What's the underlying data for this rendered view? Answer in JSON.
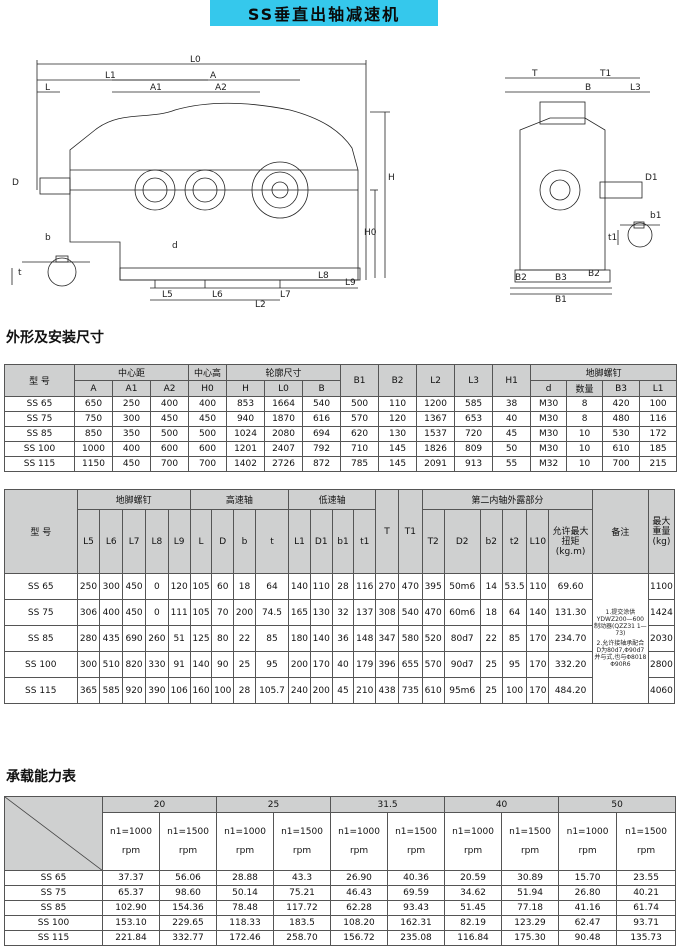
{
  "title": "SS垂直出轴减速机",
  "drawing_labels": {
    "front": [
      "L0",
      "L1",
      "A",
      "L",
      "A1",
      "A2",
      "D",
      "H",
      "H0",
      "b",
      "t",
      "d",
      "L5",
      "L6",
      "L7",
      "L8",
      "L9",
      "L2"
    ],
    "side": [
      "T",
      "T1",
      "B",
      "L3",
      "D1",
      "b1",
      "t1",
      "B2",
      "B3",
      "B2",
      "B1"
    ]
  },
  "section_dims": "外形及安装尺寸",
  "section_capacity": "承载能力表",
  "t1": {
    "header_model": "型 号",
    "groups": [
      "中心距",
      "中心高",
      "轮廓尺寸",
      "B1",
      "B2",
      "L2",
      "L3",
      "H1",
      "地脚螺钉"
    ],
    "sub": [
      "A",
      "A1",
      "A2",
      "H0",
      "H",
      "L0",
      "B",
      "d",
      "数量",
      "B3",
      "L1"
    ],
    "rows": [
      [
        "SS 65",
        "650",
        "250",
        "400",
        "400",
        "853",
        "1664",
        "540",
        "500",
        "110",
        "1200",
        "585",
        "38",
        "M30",
        "8",
        "420",
        "100"
      ],
      [
        "SS 75",
        "750",
        "300",
        "450",
        "450",
        "940",
        "1870",
        "616",
        "570",
        "120",
        "1367",
        "653",
        "40",
        "M30",
        "8",
        "480",
        "116"
      ],
      [
        "SS 85",
        "850",
        "350",
        "500",
        "500",
        "1024",
        "2080",
        "694",
        "620",
        "130",
        "1537",
        "720",
        "45",
        "M30",
        "10",
        "530",
        "172"
      ],
      [
        "SS 100",
        "1000",
        "400",
        "600",
        "600",
        "1201",
        "2407",
        "792",
        "710",
        "145",
        "1826",
        "809",
        "50",
        "M30",
        "10",
        "610",
        "185"
      ],
      [
        "SS 115",
        "1150",
        "450",
        "700",
        "700",
        "1402",
        "2726",
        "872",
        "785",
        "145",
        "2091",
        "913",
        "55",
        "M32",
        "10",
        "700",
        "215"
      ]
    ]
  },
  "t2": {
    "header_model": "型 号",
    "groups": [
      "地脚螺钉",
      "高速轴",
      "低速轴",
      "T",
      "T1",
      "第二内轴外露部分",
      "备注",
      "最大重量(kg)"
    ],
    "sub": [
      "L5",
      "L6",
      "L7",
      "L8",
      "L9",
      "L",
      "D",
      "b",
      "t",
      "L1",
      "D1",
      "b1",
      "t1",
      "T2",
      "D2",
      "b2",
      "t2",
      "L10",
      "允许最大扭矩(kg.m)"
    ],
    "rows": [
      [
        "SS 65",
        "250",
        "300",
        "450",
        "0",
        "120",
        "105",
        "60",
        "18",
        "64",
        "140",
        "110",
        "28",
        "116",
        "270",
        "470",
        "395",
        "50m6",
        "14",
        "53.5",
        "110",
        "69.60",
        "1100"
      ],
      [
        "SS 75",
        "306",
        "400",
        "450",
        "0",
        "111",
        "105",
        "70",
        "200",
        "74.5",
        "165",
        "130",
        "32",
        "137",
        "308",
        "540",
        "470",
        "60m6",
        "18",
        "64",
        "140",
        "131.30",
        "1424"
      ],
      [
        "SS 85",
        "280",
        "435",
        "690",
        "260",
        "51",
        "125",
        "80",
        "22",
        "85",
        "180",
        "140",
        "36",
        "148",
        "347",
        "580",
        "520",
        "80d7",
        "22",
        "85",
        "170",
        "234.70",
        "2030"
      ],
      [
        "SS 100",
        "300",
        "510",
        "820",
        "330",
        "91",
        "140",
        "90",
        "25",
        "95",
        "200",
        "170",
        "40",
        "179",
        "396",
        "655",
        "570",
        "90d7",
        "25",
        "95",
        "170",
        "332.20",
        "2800"
      ],
      [
        "SS 115",
        "365",
        "585",
        "920",
        "390",
        "106",
        "160",
        "100",
        "28",
        "105.7",
        "240",
        "200",
        "45",
        "210",
        "438",
        "735",
        "610",
        "95m6",
        "25",
        "100",
        "170",
        "484.20",
        "4060"
      ]
    ],
    "notes": [
      "1.提交涂供YDWZ200—600制动器(QZZ31 1—73)",
      "2.允许接轴承配合 D为80d7,Φ90d7 并与式,也与Φ8018 Φ90R6"
    ]
  },
  "t3": {
    "ratios": [
      "20",
      "25",
      "31.5",
      "40",
      "50"
    ],
    "speed_a": "n1=1000",
    "speed_b": "n1=1500",
    "unit": "rpm",
    "rows": [
      [
        "SS 65",
        "37.37",
        "56.06",
        "28.88",
        "43.3",
        "26.90",
        "40.36",
        "20.59",
        "30.89",
        "15.70",
        "23.55"
      ],
      [
        "SS 75",
        "65.37",
        "98.60",
        "50.14",
        "75.21",
        "46.43",
        "69.59",
        "34.62",
        "51.94",
        "26.80",
        "40.21"
      ],
      [
        "SS 85",
        "102.90",
        "154.36",
        "78.48",
        "117.72",
        "62.28",
        "93.43",
        "51.45",
        "77.18",
        "41.16",
        "61.74"
      ],
      [
        "SS 100",
        "153.10",
        "229.65",
        "118.33",
        "183.5",
        "108.20",
        "162.31",
        "82.19",
        "123.29",
        "62.47",
        "93.71"
      ],
      [
        "SS 115",
        "221.84",
        "332.77",
        "172.46",
        "258.70",
        "156.72",
        "235.08",
        "116.84",
        "175.30",
        "90.48",
        "135.73"
      ]
    ]
  }
}
